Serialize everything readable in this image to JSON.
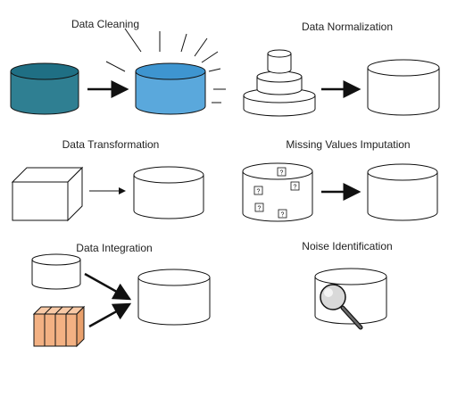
{
  "labels": {
    "data_cleaning": "Data Cleaning",
    "data_normalization": "Data Normalization",
    "data_transformation": "Data Transformation",
    "missing_values_imputation": "Missing Values Imputation",
    "data_integration": "Data Integration",
    "noise_identification": "Noise Identification"
  },
  "missing_value_marker": "?",
  "colors": {
    "dirty_db_side": "#2f7f92",
    "dirty_db_top": "#1f6f84",
    "clean_db_side": "#5aa8dc",
    "clean_db_top": "#3e95d0",
    "box_side": "#f3b183",
    "line": "#111111",
    "magnifier_lens": "#d9d9d9"
  }
}
